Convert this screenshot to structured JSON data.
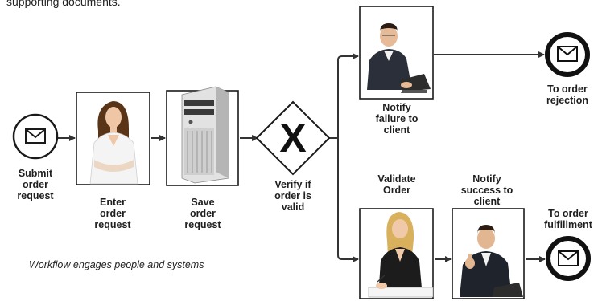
{
  "header_fragment": "supporting documents.",
  "caption": "Workflow engages people and systems",
  "labels": {
    "submit": "Submit\norder\nrequest",
    "enter": "Enter\norder\nrequest",
    "save": "Save\norder\nrequest",
    "verify": "Verify if\norder is\nvalid",
    "notify_failure": "Notify\nfailure to\nclient",
    "rejection": "To order\nrejection",
    "validate": "Validate\nOrder",
    "notify_success": "Notify\nsuccess to\nclient",
    "fulfillment": "To order\nfulfillment"
  },
  "gateway_symbol": "X",
  "colors": {
    "stroke": "#1a1a1a",
    "arrow": "#333333"
  }
}
